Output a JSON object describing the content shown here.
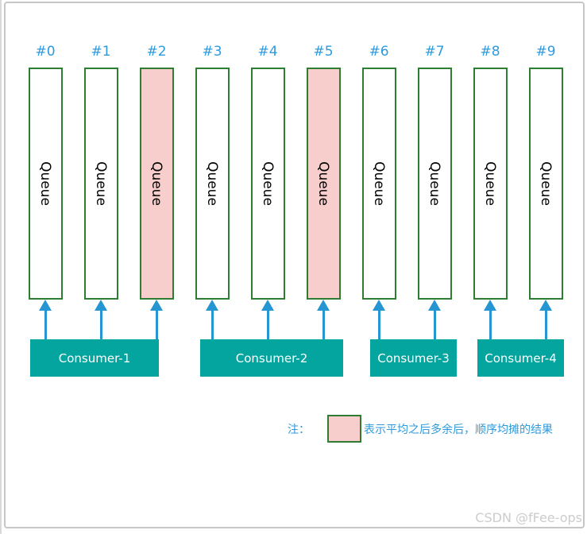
{
  "diagram": {
    "queue_text": "Queue",
    "queues": [
      {
        "label": "#0",
        "highlighted": false
      },
      {
        "label": "#1",
        "highlighted": false
      },
      {
        "label": "#2",
        "highlighted": true
      },
      {
        "label": "#3",
        "highlighted": false
      },
      {
        "label": "#4",
        "highlighted": false
      },
      {
        "label": "#5",
        "highlighted": true
      },
      {
        "label": "#6",
        "highlighted": false
      },
      {
        "label": "#7",
        "highlighted": false
      },
      {
        "label": "#8",
        "highlighted": false
      },
      {
        "label": "#9",
        "highlighted": false
      }
    ],
    "consumers": [
      {
        "label": "Consumer-1",
        "queues": [
          0,
          1,
          2
        ]
      },
      {
        "label": "Consumer-2",
        "queues": [
          3,
          4,
          5
        ]
      },
      {
        "label": "Consumer-3",
        "queues": [
          6,
          7
        ]
      },
      {
        "label": "Consumer-4",
        "queues": [
          8,
          9
        ]
      }
    ],
    "legend": {
      "note_label": "注：",
      "swatch_meaning": "表示平均之后多余后，顺序均摊的结果"
    },
    "colors": {
      "queue_border_green": "#2e7d32",
      "highlight_pink": "#f8cecc",
      "consumer_teal": "#03a59e",
      "arrow_blue": "#2596d1",
      "label_blue": "#2e9add",
      "watermark_gray": "#cccccc"
    }
  },
  "watermark": "CSDN @fFee-ops"
}
